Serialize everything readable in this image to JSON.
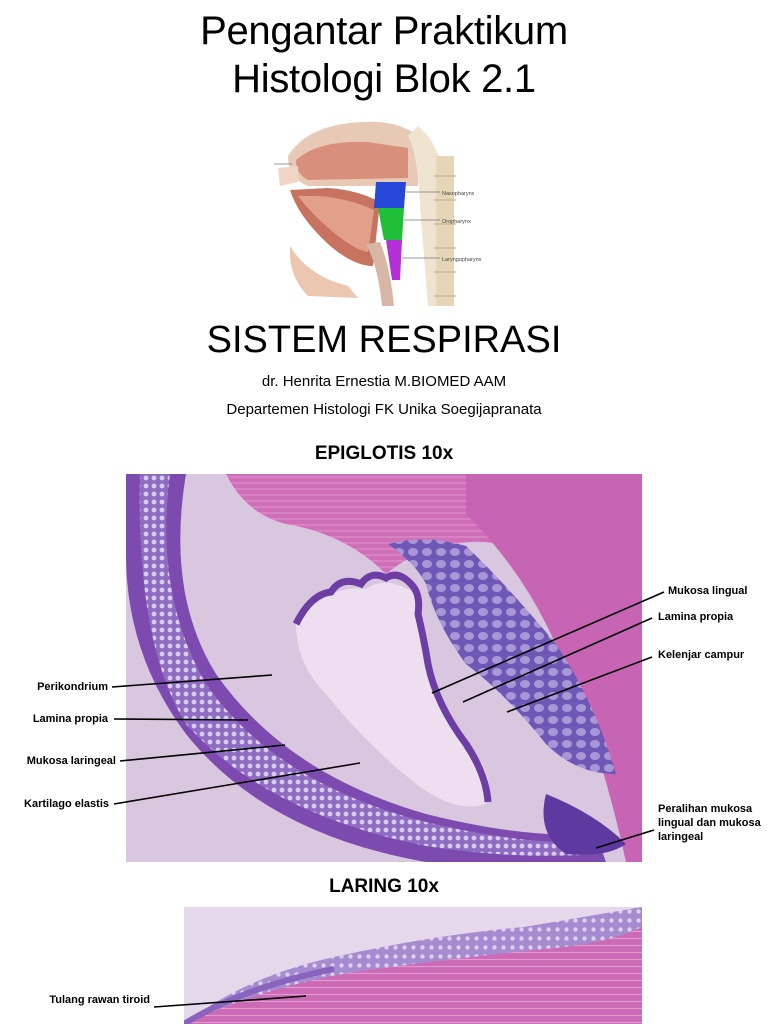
{
  "header": {
    "title_line1": "Pengantar Praktikum",
    "title_line2": "Histologi Blok 2.1"
  },
  "anatomy_figure": {
    "labels": [
      "Nasopharynx",
      "Oropharynx",
      "Laryngopharynx"
    ],
    "colors": {
      "nasopharynx": "#2747d9",
      "oropharynx": "#1fbf3a",
      "laryngopharynx": "#b42fd6"
    }
  },
  "section": {
    "title": "SISTEM RESPIRASI",
    "author": "dr. Henrita Ernestia M.BIOMED AAM",
    "department": "Departemen Histologi FK Unika Soegijapranata"
  },
  "epiglotis": {
    "title": "EPIGLOTIS 10x",
    "labels_left": [
      "Perikondrium",
      "Lamina propia",
      "Mukosa laringeal",
      "Kartilago elastis"
    ],
    "labels_right": [
      "Mukosa lingual",
      "Lamina propia",
      "Kelenjar campur"
    ],
    "label_transition": "Peralihan mukosa lingual dan mukosa laringeal"
  },
  "laring": {
    "title": "LARING 10x",
    "label_left": "Tulang rawan tiroid"
  },
  "colors": {
    "stain_pink": "#c765b4",
    "stain_purple": "#7d4bb0",
    "stain_background": "#d9c6df"
  }
}
